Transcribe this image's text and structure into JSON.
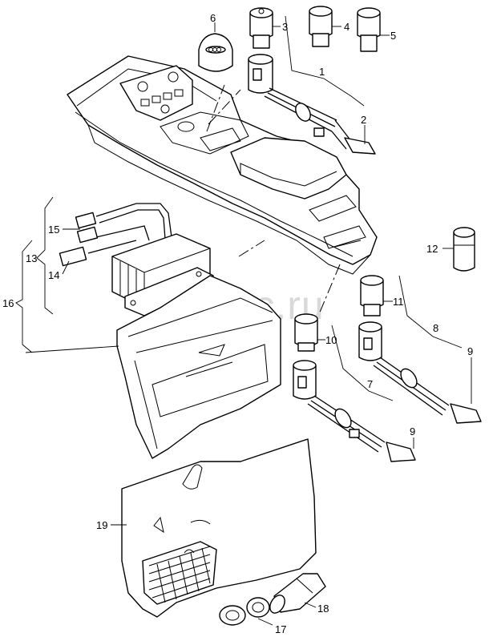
{
  "watermark": "vagtec.ru",
  "labels": {
    "l1": "1",
    "l2": "2",
    "l3": "3",
    "l4": "4",
    "l5": "5",
    "l6": "6",
    "l7": "7",
    "l8": "8",
    "l9a": "9",
    "l9b": "9",
    "l10": "10",
    "l11": "11",
    "l12": "12",
    "l13": "13",
    "l14": "14",
    "l15": "15",
    "l16": "16",
    "l17": "17",
    "l18": "18",
    "l19": "19"
  }
}
